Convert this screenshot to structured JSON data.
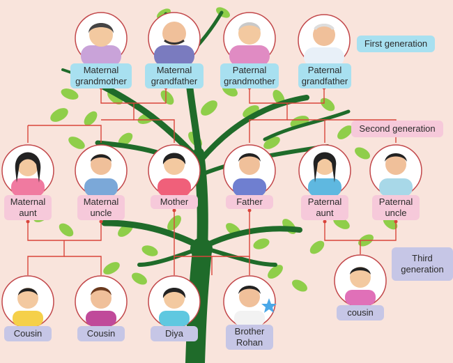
{
  "generations": {
    "first": "First generation",
    "second": "Second generation",
    "third": "Third\ngeneration"
  },
  "people": {
    "maternal_grandmother": "Maternal\ngrandmother",
    "maternal_grandfather": "Maternal\ngrandfather",
    "paternal_grandmother": "Paternal\ngrandmother",
    "paternal_grandfather": "Paternal\ngrandfather",
    "maternal_aunt": "Maternal\naunt",
    "maternal_uncle": "Maternal\nuncle",
    "mother": "Mother",
    "father": "Father",
    "paternal_aunt": "Paternal\naunt",
    "paternal_uncle": "Paternal\nuncle",
    "cousin_1": "Cousin",
    "cousin_2": "Cousin",
    "diya": "Diya",
    "brother": "Brother\nRohan",
    "cousin_3": "cousin"
  },
  "colors": {
    "background": "#f9e4dc",
    "trunk": "#1f6b2a",
    "leaf": "#8fce4a",
    "connector": "#d9443a",
    "first_generation": "#a8e0f0",
    "second_generation": "#f6c9da",
    "third_generation": "#c6c6e6"
  }
}
